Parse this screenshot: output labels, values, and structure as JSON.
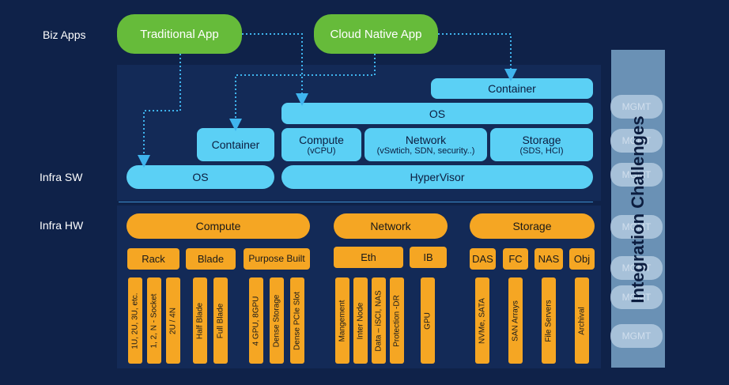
{
  "layers": {
    "biz_apps": "Biz Apps",
    "infra_sw": "Infra SW",
    "infra_hw": "Infra HW"
  },
  "apps": {
    "traditional": "Traditional App",
    "cloud_native": "Cloud Native App"
  },
  "software": {
    "container_top": "Container",
    "os_top": "OS",
    "container_left": "Container",
    "compute": {
      "title": "Compute",
      "sub": "(vCPU)"
    },
    "network": {
      "title": "Network",
      "sub": "(vSwtich, SDN, security..)"
    },
    "storage": {
      "title": "Storage",
      "sub": "(SDS, HCI)"
    },
    "os_left": "OS",
    "hypervisor": "HyperVisor"
  },
  "hardware": {
    "compute": {
      "title": "Compute",
      "groups": [
        {
          "label": "Rack",
          "items": [
            "1U, 2U, 3U, etc.",
            "1, 2, N - Socket",
            "2U / 4N"
          ]
        },
        {
          "label": "Blade",
          "items": [
            "Half Blade",
            "Full Blade"
          ]
        },
        {
          "label": "Purpose Built",
          "items": [
            "4 GPU, 8GPU",
            "Dense Storage",
            "Dense PCIe Slot"
          ]
        }
      ]
    },
    "network": {
      "title": "Network",
      "groups": [
        {
          "label": "Eth",
          "items": [
            "Mangement",
            "Inter Node",
            "Data – iSCI, NAS",
            "Protection -DR"
          ]
        },
        {
          "label": "IB",
          "items": [
            "GPU"
          ]
        }
      ]
    },
    "storage": {
      "title": "Storage",
      "groups": [
        {
          "label": "DAS",
          "items": [
            "NVMe, SATA"
          ]
        },
        {
          "label": "FC",
          "items": [
            "SAN Arrays"
          ]
        },
        {
          "label": "NAS",
          "items": [
            "File Servers"
          ]
        },
        {
          "label": "Obj",
          "items": [
            "Archival"
          ]
        }
      ]
    }
  },
  "mgmt": {
    "label": "MGMT",
    "count": 7,
    "title": "Integration Challenges"
  },
  "colors": {
    "background": "#0f2249",
    "green": "#66bb3a",
    "blue": "#5bd0f5",
    "orange": "#f5a623",
    "mgmt": "#b7cde3"
  }
}
